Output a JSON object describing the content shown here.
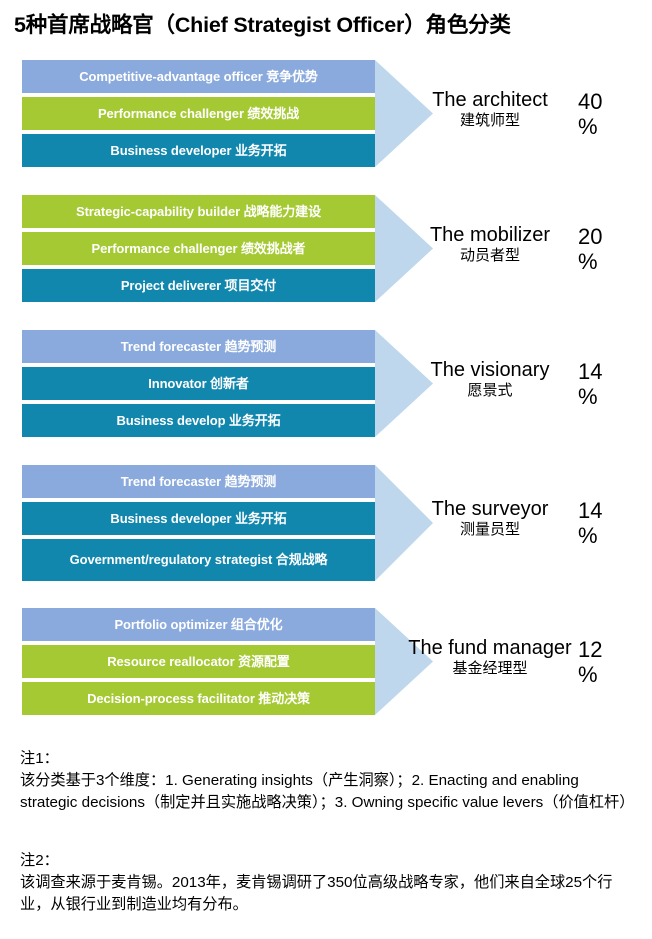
{
  "title": "5种首席战略官（Chief Strategist Officer）角色分类",
  "colors": {
    "periwinkle": "#8aa9dc",
    "green": "#a5c932",
    "teal": "#1187ae",
    "arrow": "#bed7ec",
    "bar_text": "#ffffff",
    "body_text": "#000000",
    "background": "#ffffff"
  },
  "chart_data": {
    "type": "bar",
    "title": "5种首席战略官（Chief Strategist Officer）角色分类",
    "xlabel": "",
    "ylabel": "",
    "categories": [
      "The architect 建筑师型",
      "The mobilizer 动员者型",
      "The visionary 愿景式",
      "The surveyor 测量员型",
      "The fund manager 基金经理型"
    ],
    "values": [
      40,
      20,
      14,
      14,
      12
    ],
    "value_unit": "%",
    "legend": []
  },
  "groups": [
    {
      "role_en": "The architect",
      "role_zh": "建筑师型",
      "percent": "40",
      "percent_symbol": "%",
      "bars": [
        {
          "label": "Competitive-advantage officer 竞争优势",
          "color_key": "periwinkle",
          "lines": 1
        },
        {
          "label": "Performance challenger 绩效挑战",
          "color_key": "green",
          "lines": 1
        },
        {
          "label": "Business developer 业务开拓",
          "color_key": "teal",
          "lines": 1
        }
      ]
    },
    {
      "role_en": "The mobilizer",
      "role_zh": "动员者型",
      "percent": "20",
      "percent_symbol": "%",
      "bars": [
        {
          "label": "Strategic-capability builder 战略能力建设",
          "color_key": "green",
          "lines": 1
        },
        {
          "label": "Performance challenger 绩效挑战者",
          "color_key": "green",
          "lines": 1
        },
        {
          "label": "Project deliverer 项目交付",
          "color_key": "teal",
          "lines": 1
        }
      ]
    },
    {
      "role_en": "The visionary",
      "role_zh": "愿景式",
      "percent": "14",
      "percent_symbol": "%",
      "bars": [
        {
          "label": "Trend forecaster 趋势预测",
          "color_key": "periwinkle",
          "lines": 1
        },
        {
          "label": "Innovator 创新者",
          "color_key": "teal",
          "lines": 1
        },
        {
          "label": "Business develop 业务开拓",
          "color_key": "teal",
          "lines": 1
        }
      ]
    },
    {
      "role_en": "The surveyor",
      "role_zh": "测量员型",
      "percent": "14",
      "percent_symbol": "%",
      "bars": [
        {
          "label": "Trend forecaster 趋势预测",
          "color_key": "periwinkle",
          "lines": 1
        },
        {
          "label": "Business developer 业务开拓",
          "color_key": "teal",
          "lines": 1
        },
        {
          "label": "Government/regulatory strategist 合规战略",
          "color_key": "teal",
          "lines": 2
        }
      ]
    },
    {
      "role_en": "The fund manager",
      "role_zh": "基金经理型",
      "percent": "12",
      "percent_symbol": "%",
      "bars": [
        {
          "label": "Portfolio optimizer 组合优化",
          "color_key": "periwinkle",
          "lines": 1
        },
        {
          "label": "Resource reallocator 资源配置",
          "color_key": "green",
          "lines": 1
        },
        {
          "label": "Decision-process facilitator 推动决策",
          "color_key": "green",
          "lines": 1
        }
      ]
    }
  ],
  "notes": [
    {
      "label": "注1：",
      "body": "该分类基于3个维度：1. Generating insights（产生洞察）；2. Enacting and enabling strategic decisions（制定并且实施战略决策）；3. Owning specific value levers（价值杠杆）"
    },
    {
      "label": "注2：",
      "body": "该调查来源于麦肯锡。2013年，麦肯锡调研了350位高级战略专家，他们来自全球25个行业，从银行业到制造业均有分布。"
    }
  ]
}
